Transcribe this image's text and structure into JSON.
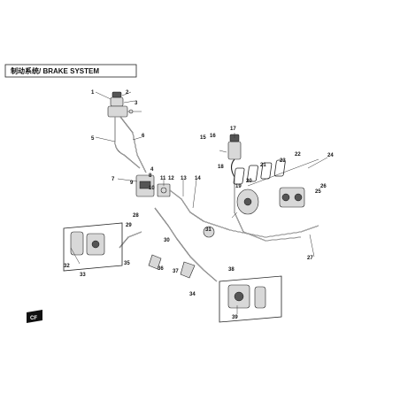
{
  "title": "制动系统/ BRAKE SYSTEM",
  "callouts": [
    "1",
    "2",
    "3",
    "4",
    "5",
    "6",
    "7",
    "8",
    "9",
    "10",
    "11",
    "12",
    "13",
    "14",
    "15",
    "16",
    "17",
    "18",
    "19",
    "20",
    "21",
    "22",
    "23",
    "24",
    "25",
    "26",
    "27",
    "28",
    "29",
    "30",
    "31",
    "32",
    "33",
    "34",
    "35",
    "36",
    "37",
    "38",
    "39"
  ],
  "logo_text": "CF"
}
